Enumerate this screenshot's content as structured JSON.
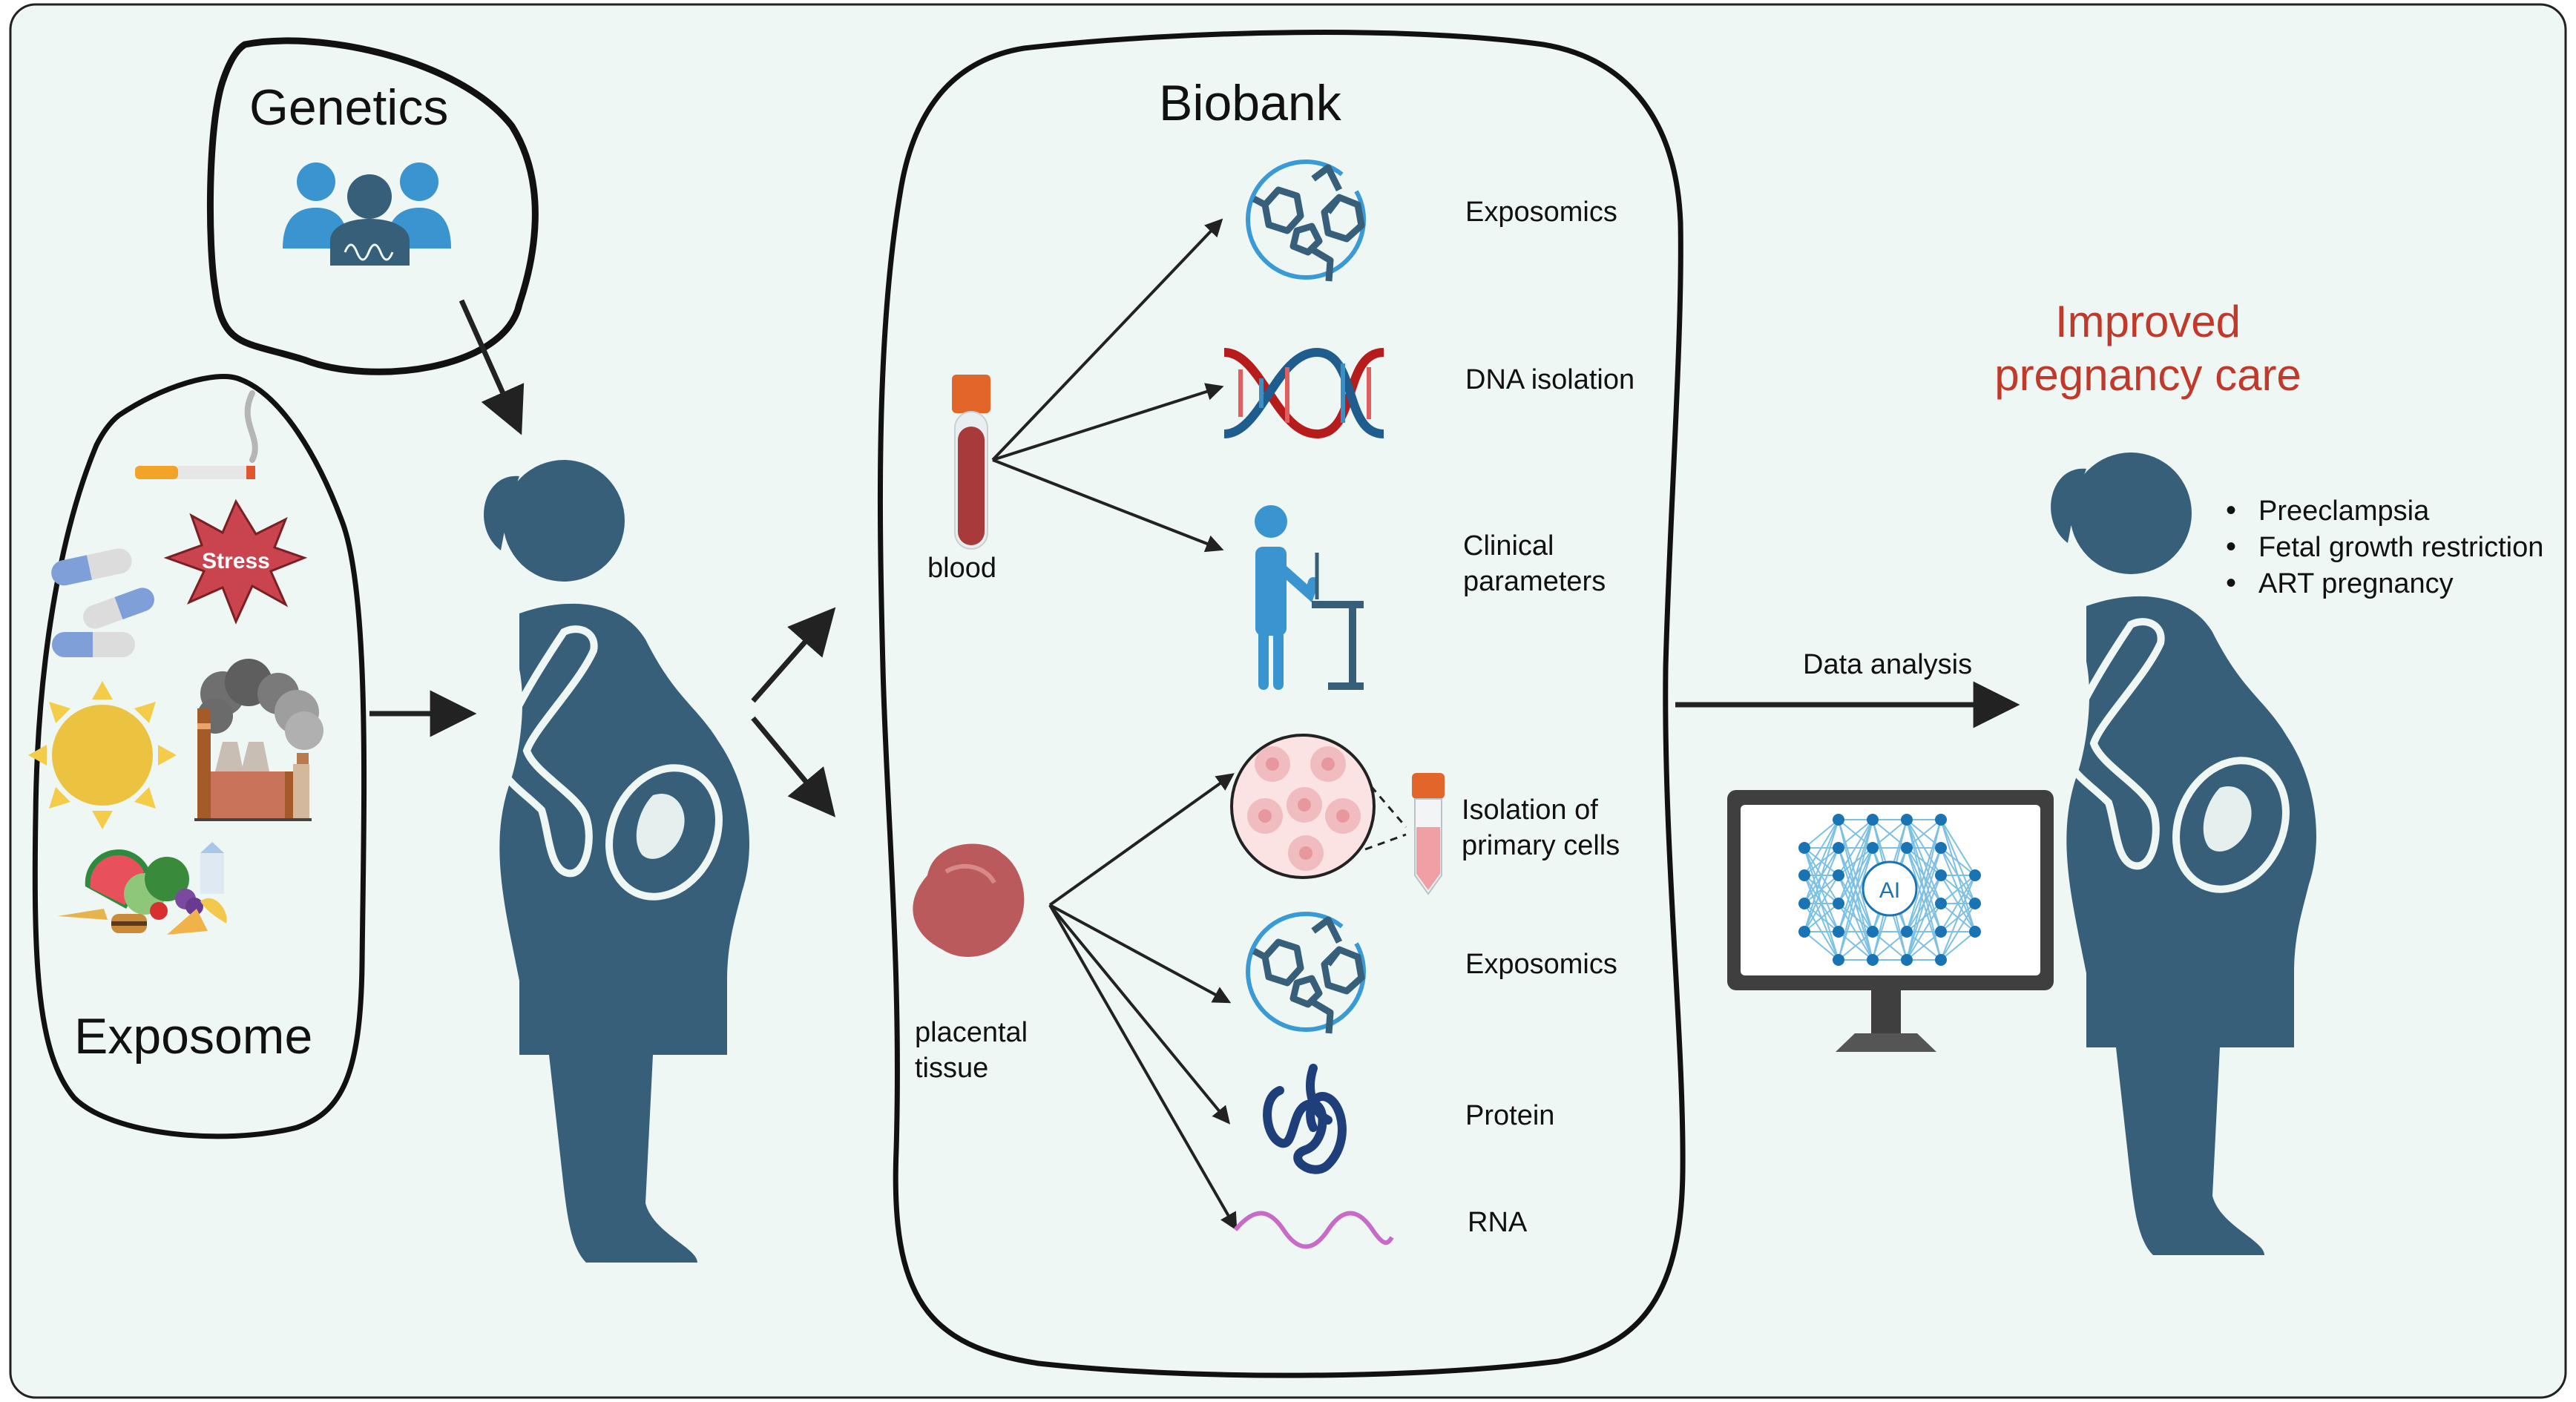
{
  "colors": {
    "background": "#eef7f4",
    "silhouette": "#375f79",
    "accent_red": "#c0392b",
    "outline": "#111111"
  },
  "genetics": {
    "title": "Genetics",
    "icon": "people-dna-icon"
  },
  "exposome": {
    "title": "Exposome",
    "stress_label": "Stress",
    "icons": [
      "cigarette-icon",
      "pills-icon",
      "stress-burst-icon",
      "sun-icon",
      "factory-pollution-icon",
      "food-icon"
    ]
  },
  "biobank": {
    "title": "Biobank",
    "blood_label": "blood",
    "placental_label_line1": "placental",
    "placental_label_line2": "tissue",
    "blood_outputs": [
      {
        "label": "Exposomics",
        "icon": "molecule-icon"
      },
      {
        "label": "DNA isolation",
        "icon": "dna-helix-icon"
      },
      {
        "label_line1": "Clinical",
        "label_line2": "parameters",
        "icon": "lab-worker-icon"
      }
    ],
    "tissue_outputs": [
      {
        "label_line1": "Isolation of",
        "label_line2": "primary cells",
        "icon": "cells-tube-icon"
      },
      {
        "label": "Exposomics",
        "icon": "molecule-icon"
      },
      {
        "label": "Protein",
        "icon": "protein-icon"
      },
      {
        "label": "RNA",
        "icon": "rna-strand-icon"
      }
    ]
  },
  "analysis": {
    "arrow_label": "Data analysis",
    "monitor_text": "AI"
  },
  "outcome": {
    "title_line1": "Improved",
    "title_line2": "pregnancy care",
    "bullets": [
      "Preeclampsia",
      "Fetal growth restriction",
      "ART pregnancy"
    ]
  }
}
